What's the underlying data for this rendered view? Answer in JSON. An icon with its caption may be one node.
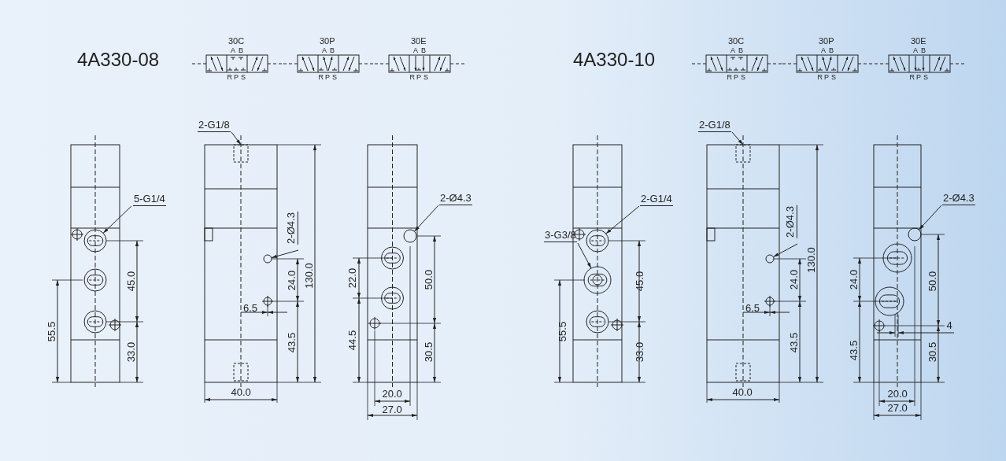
{
  "diagram": {
    "nodes": [
      {
        "text": [
          "5-G1/4"
        ]
      },
      {
        "text": [],
        "shape": "circle"
      },
      {
        "text": [
          "2-G1/8"
        ]
      },
      {
        "text": [],
        "shape": "box"
      },
      {
        "text": [
          "2-Ø4.3"
        ]
      },
      {
        "text": [],
        "shape": "circle"
      },
      {
        "text": [
          "2-Ø4.3"
        ]
      },
      {
        "text": [],
        "shape": "circle"
      },
      {
        "text": [
          "2-G1/4"
        ]
      },
      {
        "text": [],
        "shape": "circle"
      },
      {
        "text": [
          "3-G3/8"
        ]
      },
      {
        "text": [],
        "shape": "circle"
      },
      {
        "text": [
          "2-G1/8"
        ]
      },
      {
        "text": [],
        "shape": "box"
      },
      {
        "text": [
          "2-Ø4.3"
        ]
      },
      {
        "text": [],
        "shape": "circle"
      },
      {
        "text": [
          "2-Ø4.3"
        ]
      },
      {
        "text": [],
        "shape": "circle"
      }
    ],
    "edges": [
      {
        "from": 0,
        "to": 1,
        "arrow": "to"
      },
      {
        "from": 2,
        "to": 3,
        "arrow": "to"
      },
      {
        "from": 4,
        "to": 5,
        "arrow": "to"
      },
      {
        "from": 6,
        "to": 7,
        "arrow": "to"
      },
      {
        "from": 8,
        "to": 9,
        "arrow": "to"
      },
      {
        "from": 10,
        "to": 11,
        "arrow": "to"
      },
      {
        "from": 12,
        "to": 13,
        "arrow": "to"
      },
      {
        "from": 14,
        "to": 15,
        "arrow": "to"
      },
      {
        "from": 16,
        "to": 17,
        "arrow": "to"
      }
    ],
    "labels": [
      "4A330-08",
      "30C",
      "A",
      "B",
      "R",
      "P",
      "S",
      "30P",
      "A",
      "B",
      "R",
      "P",
      "S",
      "30E",
      "A",
      "B",
      "R",
      "P",
      "S",
      "4A330-10",
      "30C",
      "A",
      "B",
      "R",
      "P",
      "S",
      "30P",
      "A",
      "B",
      "R",
      "P",
      "S",
      "30E",
      "A",
      "B",
      "R",
      "P",
      "S",
      "45.0",
      "55.5",
      "33.0",
      "24.0",
      "130.0",
      "6.5",
      "43.5",
      "40.0",
      "22.0",
      "50.0",
      "44.5",
      "30.5",
      "20.0",
      "27.0",
      "45.0",
      "55.5",
      "33.0",
      "24.0",
      "130.0",
      "6.5",
      "43.5",
      "40.0",
      "24.0",
      "50.0",
      "4",
      "43.5",
      "30.5",
      "20.0",
      "27.0"
    ]
  }
}
